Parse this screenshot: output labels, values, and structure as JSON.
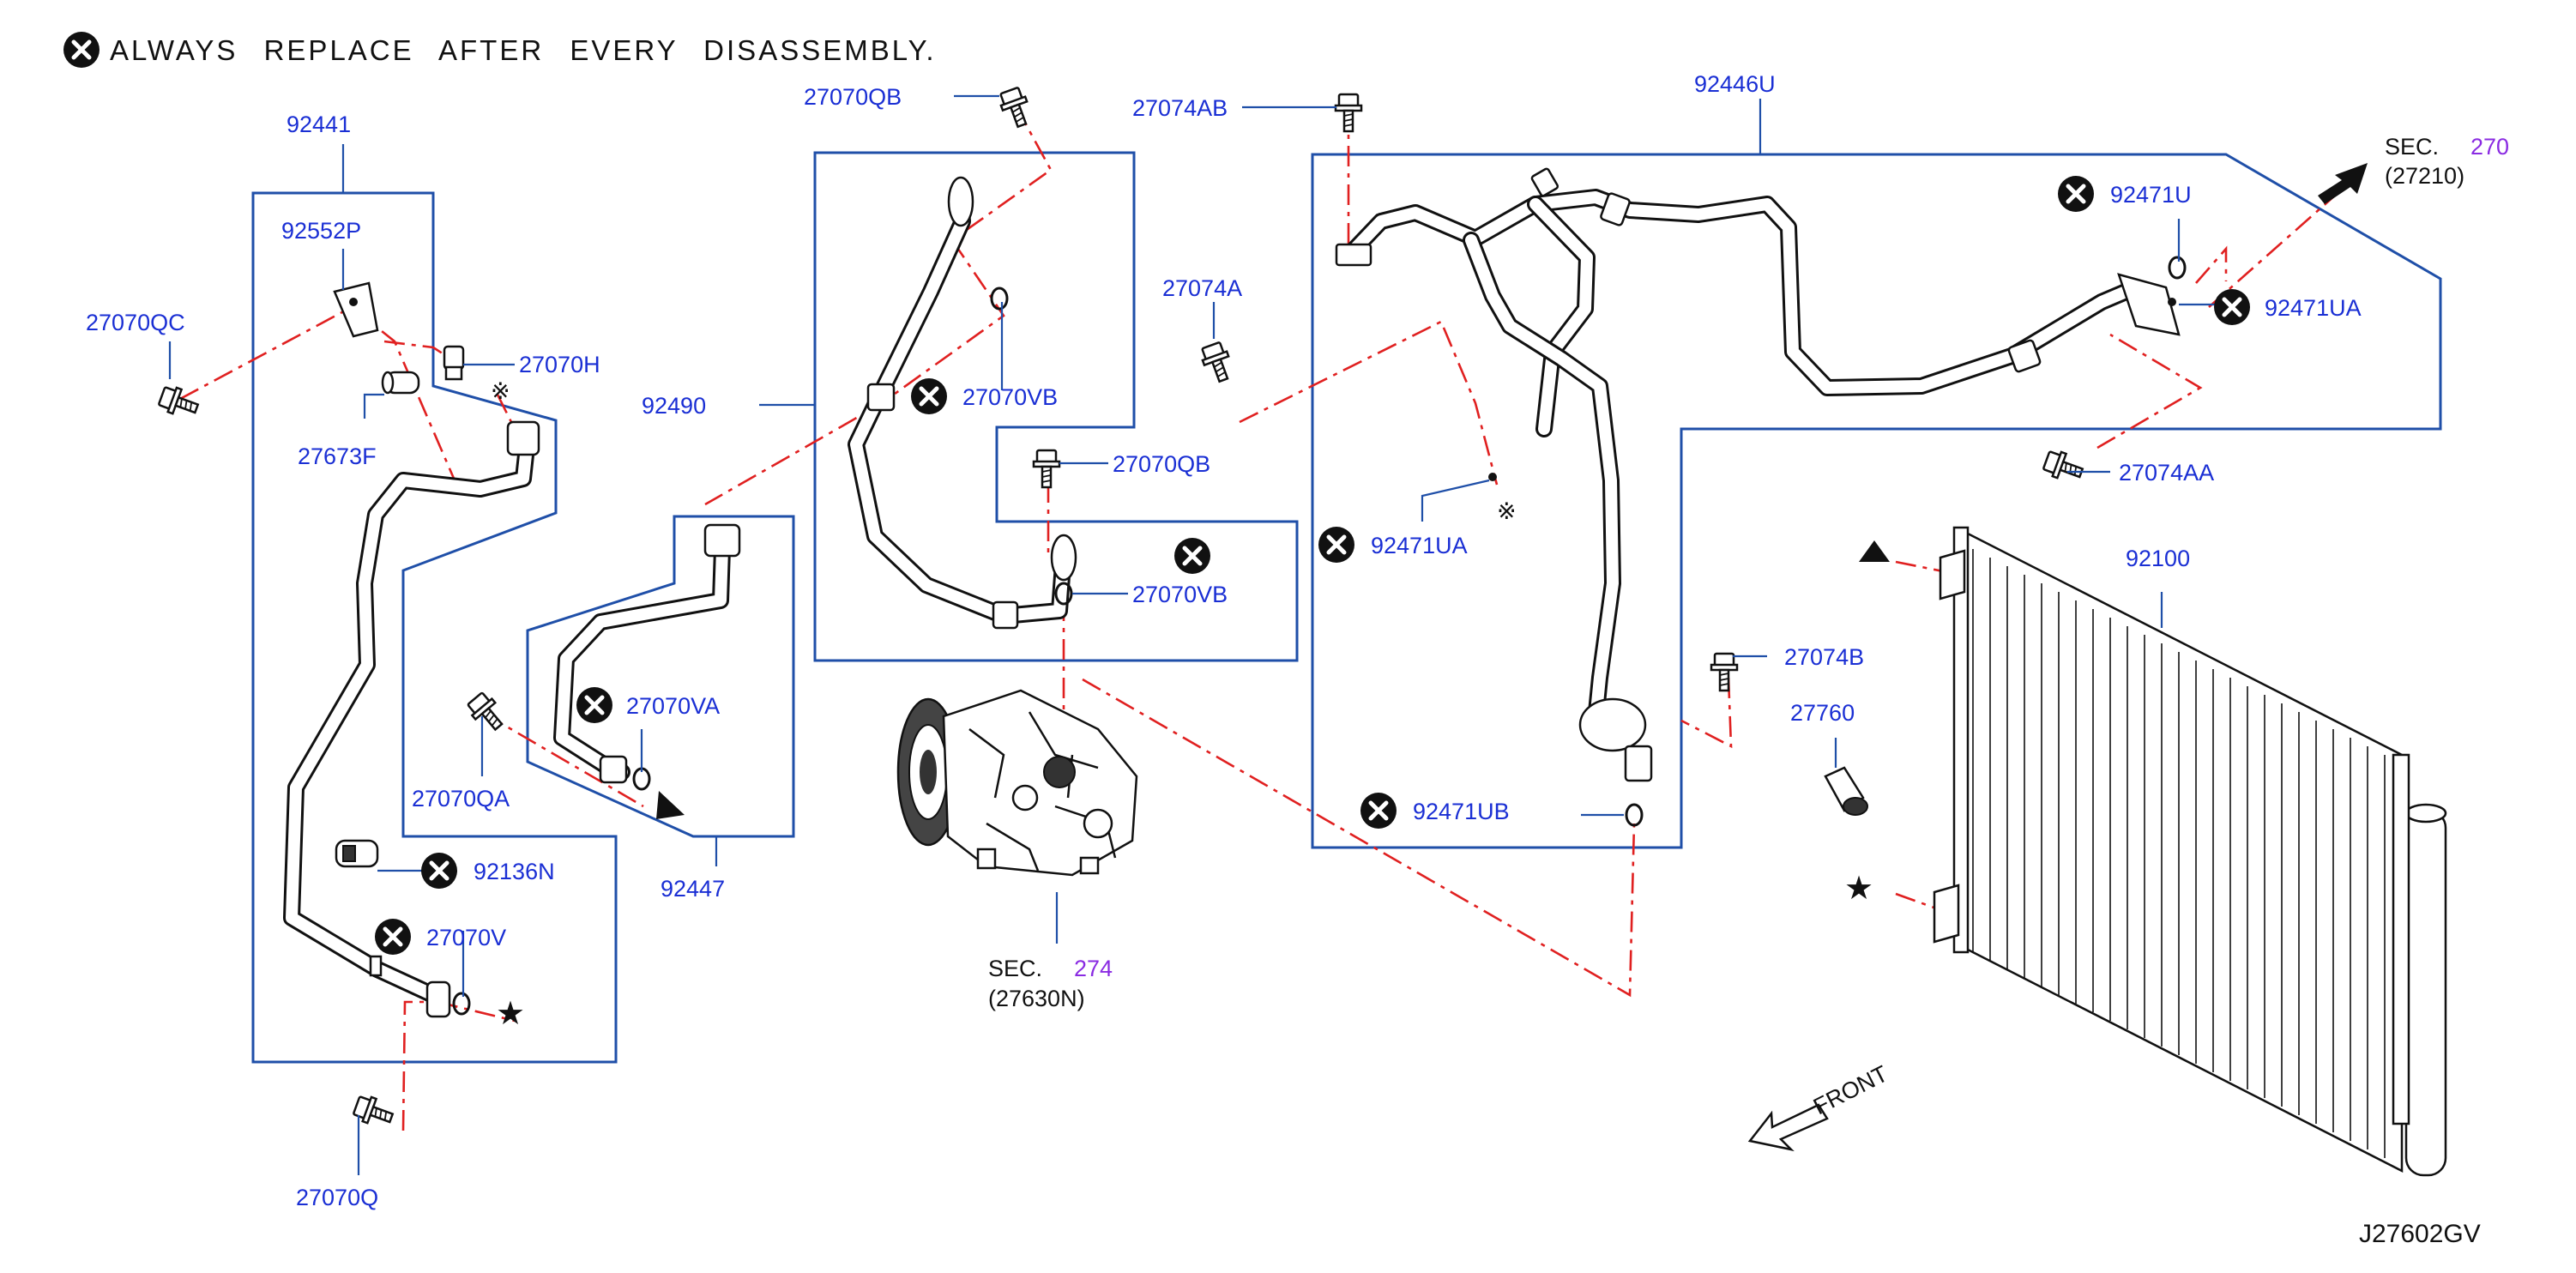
{
  "note": {
    "text": "ALWAYS REPLACE AFTER EVERY DISASSEMBLY."
  },
  "labels": {
    "p92441": "92441",
    "p92552P": "92552P",
    "p27070QC": "27070QC",
    "p27070H": "27070H",
    "p27673F": "27673F",
    "p92490": "92490",
    "p27070QB_top": "27070QB",
    "p27074AB": "27074AB",
    "p27070VB_top": "27070VB",
    "p27070QB_mid": "27070QB",
    "p27070VB_mid": "27070VB",
    "p27070VA": "27070VA",
    "p27070QA": "27070QA",
    "p92447": "92447",
    "p92136N": "92136N",
    "p27070V": "27070V",
    "p27070Q": "27070Q",
    "p27074A": "27074A",
    "p92446U": "92446U",
    "p92471U": "92471U",
    "p92471UA_right": "92471UA",
    "p92471UA_left": "92471UA",
    "p27074AA": "27074AA",
    "p92100": "92100",
    "p27074B": "27074B",
    "p27760": "27760",
    "p92471UB": "92471UB"
  },
  "sec270": {
    "prefix": "SEC.",
    "number": "270",
    "ref": "(27210)"
  },
  "sec274": {
    "prefix": "SEC.",
    "number": "274",
    "ref": "(27630N)"
  },
  "front": "FRONT",
  "drawing_id": "J27602GV",
  "symbols": {
    "kome": "※",
    "triangle": "▲",
    "star": "★"
  }
}
